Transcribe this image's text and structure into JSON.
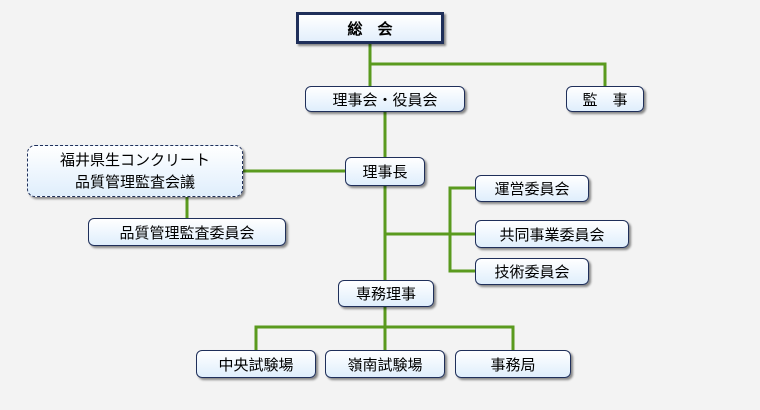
{
  "nodes": {
    "general_meeting": "総　会",
    "board": "理事会・役員会",
    "auditor": "監　事",
    "chairman": "理事長",
    "council_line1": "福井県生コンクリート",
    "council_line2": "品質管理監査会議",
    "audit_committee": "品質管理監査委員会",
    "operations_committee": "運営委員会",
    "joint_business_committee": "共同事業委員会",
    "technical_committee": "技術委員会",
    "managing_director": "専務理事",
    "central_lab": "中央試験場",
    "reinan_lab": "嶺南試験場",
    "secretariat": "事務局"
  },
  "colors": {
    "connector": "#5a9a1e",
    "box_border": "#1f2f5a",
    "background": "#f3f3f3"
  }
}
